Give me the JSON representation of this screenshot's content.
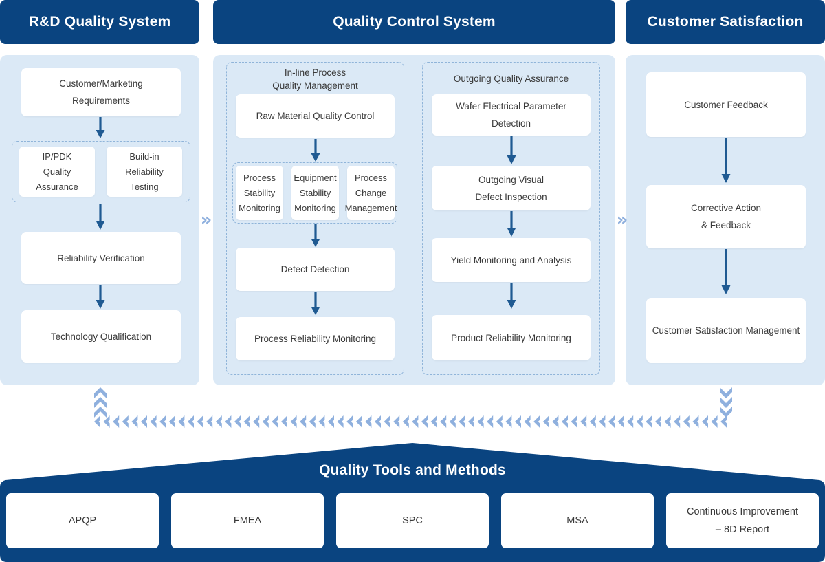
{
  "diagram": {
    "title": "Quality System Flow",
    "colors": {
      "header_blue": "#0a4480",
      "panel_blue": "#dbe9f6",
      "arrow_blue": "#1f5a92",
      "chevron_blue": "#8fb0de",
      "card_white": "#ffffff",
      "text_gray": "#3a3a3a"
    }
  },
  "columns": [
    {
      "id": "rd",
      "header": "R&D Quality System",
      "nodes": [
        {
          "id": "customer-marketing-requirements",
          "lines": [
            "Customer/Marketing",
            "Requirements"
          ]
        },
        {
          "id": "ip-pdk-quality-assurance",
          "lines": [
            "IP/PDK",
            "Quality",
            "Assurance"
          ]
        },
        {
          "id": "build-in-reliability-testing",
          "lines": [
            "Build-in",
            "Reliability",
            "Testing"
          ]
        },
        {
          "id": "reliability-verification",
          "lines": [
            "Reliability Verification"
          ]
        },
        {
          "id": "technology-qualification",
          "lines": [
            "Technology Qualification"
          ]
        }
      ]
    },
    {
      "id": "qc",
      "header": "Quality Control System",
      "groups": [
        {
          "id": "in-line-process-quality-management",
          "title_lines": [
            "In-line Process",
            "Quality Management"
          ],
          "nodes": [
            {
              "id": "raw-material-quality-control",
              "lines": [
                "Raw Material Quality Control"
              ]
            },
            {
              "id": "process-stability-monitoring",
              "lines": [
                "Process",
                "Stability",
                "Monitoring"
              ]
            },
            {
              "id": "equipment-stability-monitoring",
              "lines": [
                "Equipment",
                "Stability",
                "Monitoring"
              ]
            },
            {
              "id": "process-change-management",
              "lines": [
                "Process",
                "Change",
                "Management"
              ]
            },
            {
              "id": "defect-detection",
              "lines": [
                "Defect Detection"
              ]
            },
            {
              "id": "process-reliability-monitoring",
              "lines": [
                "Process Reliability Monitoring"
              ]
            }
          ]
        },
        {
          "id": "outgoing-quality-assurance",
          "title_lines": [
            "Outgoing Quality Assurance"
          ],
          "nodes": [
            {
              "id": "wafer-electrical-parameter-detection",
              "lines": [
                "Wafer Electrical Parameter Detection"
              ]
            },
            {
              "id": "outgoing-visual-defect-inspection",
              "lines": [
                "Outgoing Visual",
                "Defect Inspection"
              ]
            },
            {
              "id": "yield-monitoring-and-analysis",
              "lines": [
                "Yield Monitoring and Analysis"
              ]
            },
            {
              "id": "product-reliability-monitoring",
              "lines": [
                "Product Reliability Monitoring"
              ]
            }
          ]
        }
      ]
    },
    {
      "id": "cs",
      "header": "Customer Satisfaction",
      "nodes": [
        {
          "id": "customer-feedback",
          "lines": [
            "Customer Feedback"
          ]
        },
        {
          "id": "corrective-action-feedback",
          "lines": [
            "Corrective Action",
            "& Feedback"
          ]
        },
        {
          "id": "customer-satisfaction-management",
          "lines": [
            "Customer Satisfaction Management"
          ]
        }
      ]
    }
  ],
  "separators": [
    "»",
    "»"
  ],
  "footer": {
    "title": "Quality Tools and Methods",
    "tools": [
      {
        "id": "apqp",
        "lines": [
          "APQP"
        ]
      },
      {
        "id": "fmea",
        "lines": [
          "FMEA"
        ]
      },
      {
        "id": "spc",
        "lines": [
          "SPC"
        ]
      },
      {
        "id": "msa",
        "lines": [
          "MSA"
        ]
      },
      {
        "id": "continuous-improvement-8d-report",
        "lines": [
          "Continuous Improvement",
          "– 8D Report"
        ]
      }
    ]
  },
  "text": {
    "col1_header": "R&D Quality System",
    "col2_header": "Quality Control System",
    "col3_header": "Customer Satisfaction",
    "n_customer_marketing_1": "Customer/Marketing",
    "n_customer_marketing_2": "Requirements",
    "n_ippdk_1": "IP/PDK",
    "n_ippdk_2": "Quality",
    "n_ippdk_3": "Assurance",
    "n_buildin_1": "Build-in",
    "n_buildin_2": "Reliability",
    "n_buildin_3": "Testing",
    "n_reliability_verification": "Reliability Verification",
    "n_technology_qualification": "Technology Qualification",
    "g_inline_1": "In-line Process",
    "g_inline_2": "Quality Management",
    "n_raw_material": "Raw Material Quality Control",
    "n_proc_stab_1": "Process",
    "n_proc_stab_2": "Stability",
    "n_proc_stab_3": "Monitoring",
    "n_equip_stab_1": "Equipment",
    "n_equip_stab_2": "Stability",
    "n_equip_stab_3": "Monitoring",
    "n_proc_change_1": "Process",
    "n_proc_change_2": "Change",
    "n_proc_change_3": "Management",
    "n_defect_detection": "Defect Detection",
    "n_process_reliability": "Process Reliability Monitoring",
    "g_outgoing_1": "Outgoing Quality Assurance",
    "n_wafer_electrical": "Wafer Electrical Parameter Detection",
    "n_outgoing_visual_1": "Outgoing Visual",
    "n_outgoing_visual_2": "Defect Inspection",
    "n_yield_monitoring": "Yield Monitoring and Analysis",
    "n_product_reliability": "Product Reliability Monitoring",
    "n_customer_feedback": "Customer Feedback",
    "n_corrective_1": "Corrective Action",
    "n_corrective_2": "& Feedback",
    "n_customer_sat_mgmt": "Customer Satisfaction Management",
    "sep1": "»",
    "sep2": "»",
    "footer_title": "Quality Tools and Methods",
    "tool_apqp": "APQP",
    "tool_fmea": "FMEA",
    "tool_spc": "SPC",
    "tool_msa": "MSA",
    "tool_ci_1": "Continuous Improvement",
    "tool_ci_2": "– 8D Report"
  }
}
